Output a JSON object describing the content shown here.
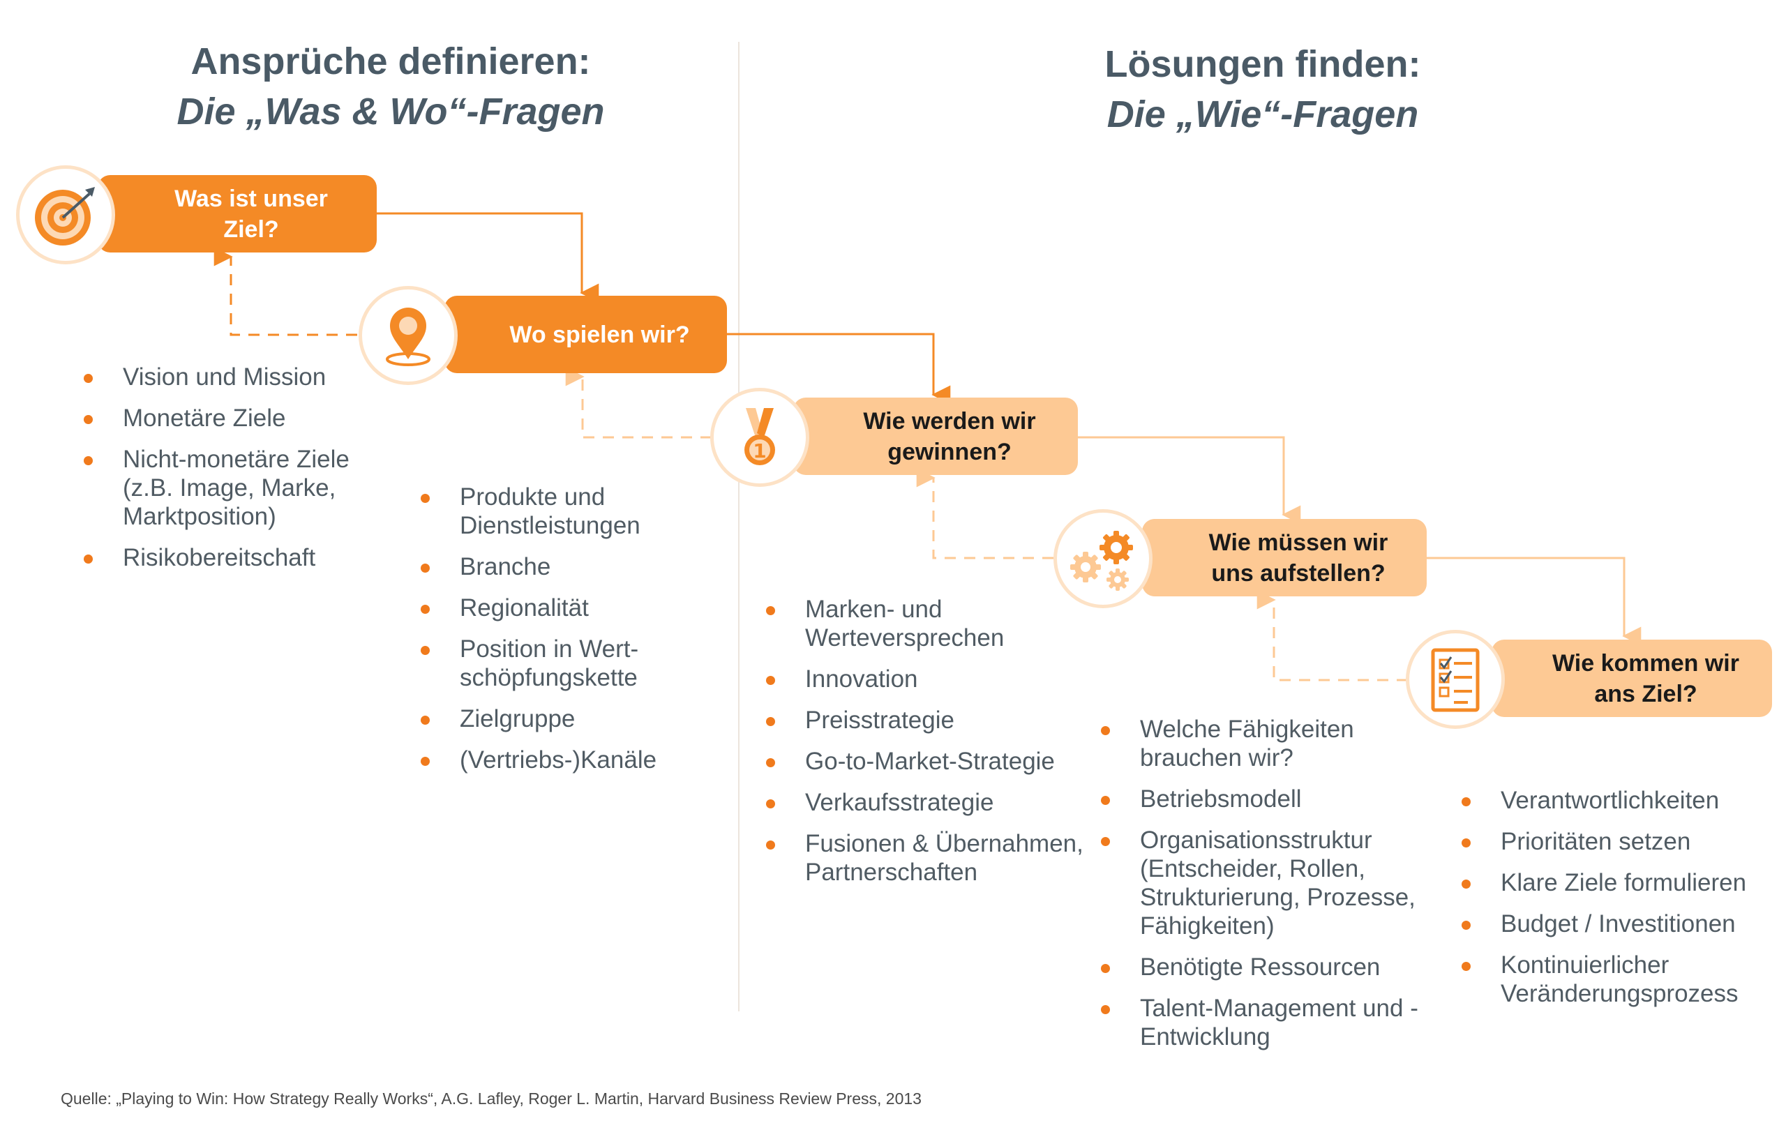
{
  "left_header": {
    "line1": "Ansprüche definieren:",
    "line2": "Die „Was & Wo“-Fragen"
  },
  "right_header": {
    "line1": "Lösungen finden:",
    "line2": "Die „Wie“-Fragen"
  },
  "steps": [
    {
      "question": "Was ist unser Ziel?",
      "icon": "target-icon",
      "bullets": [
        "Vision und Mission",
        "Monetäre Ziele",
        "Nicht-monetäre Ziele (z.B. Image, Marke, Marktposition)",
        "Risikobereitschaft"
      ]
    },
    {
      "question": "Wo spielen wir?",
      "icon": "location-pin-icon",
      "bullets": [
        "Produkte und Dienstleistungen",
        "Branche",
        "Regionalität",
        "Position in Wert-schöpfungskette",
        "Zielgruppe",
        "(Vertriebs-)Kanäle"
      ]
    },
    {
      "question": "Wie werden wir gewinnen?",
      "icon": "medal-icon",
      "bullets": [
        "Marken- und Werteversprechen",
        "Innovation",
        "Preisstrategie",
        "Go-to-Market-Strategie",
        "Verkaufsstrategie",
        "Fusionen & Übernahmen, Partnerschaften"
      ]
    },
    {
      "question": "Wie müssen wir uns aufstellen?",
      "icon": "gears-icon",
      "bullets": [
        "Welche Fähigkeiten brauchen wir?",
        "Betriebsmodell",
        "Organisationsstruktur (Entscheider, Rollen, Strukturierung, Prozesse, Fähigkeiten)",
        "Benötigte Ressourcen",
        "Talent-Management und -Entwicklung"
      ]
    },
    {
      "question": "Wie kommen wir ans Ziel?",
      "icon": "checklist-icon",
      "bullets": [
        "Verantwortlichkeiten",
        "Prioritäten setzen",
        "Klare Ziele formulieren",
        "Budget / Investitionen",
        "Kontinuierlicher Veränderungsprozess"
      ]
    }
  ],
  "source": "Quelle: „Playing to Win: How Strategy Really Works“,  A.G. Lafley, Roger L. Martin, Harvard Business Review Press, 2013",
  "colors": {
    "orange": "#f48a26",
    "light_orange": "#fdc994",
    "bullet": "#f07a1c",
    "heading": "#4a5a66",
    "text": "#505b63"
  }
}
